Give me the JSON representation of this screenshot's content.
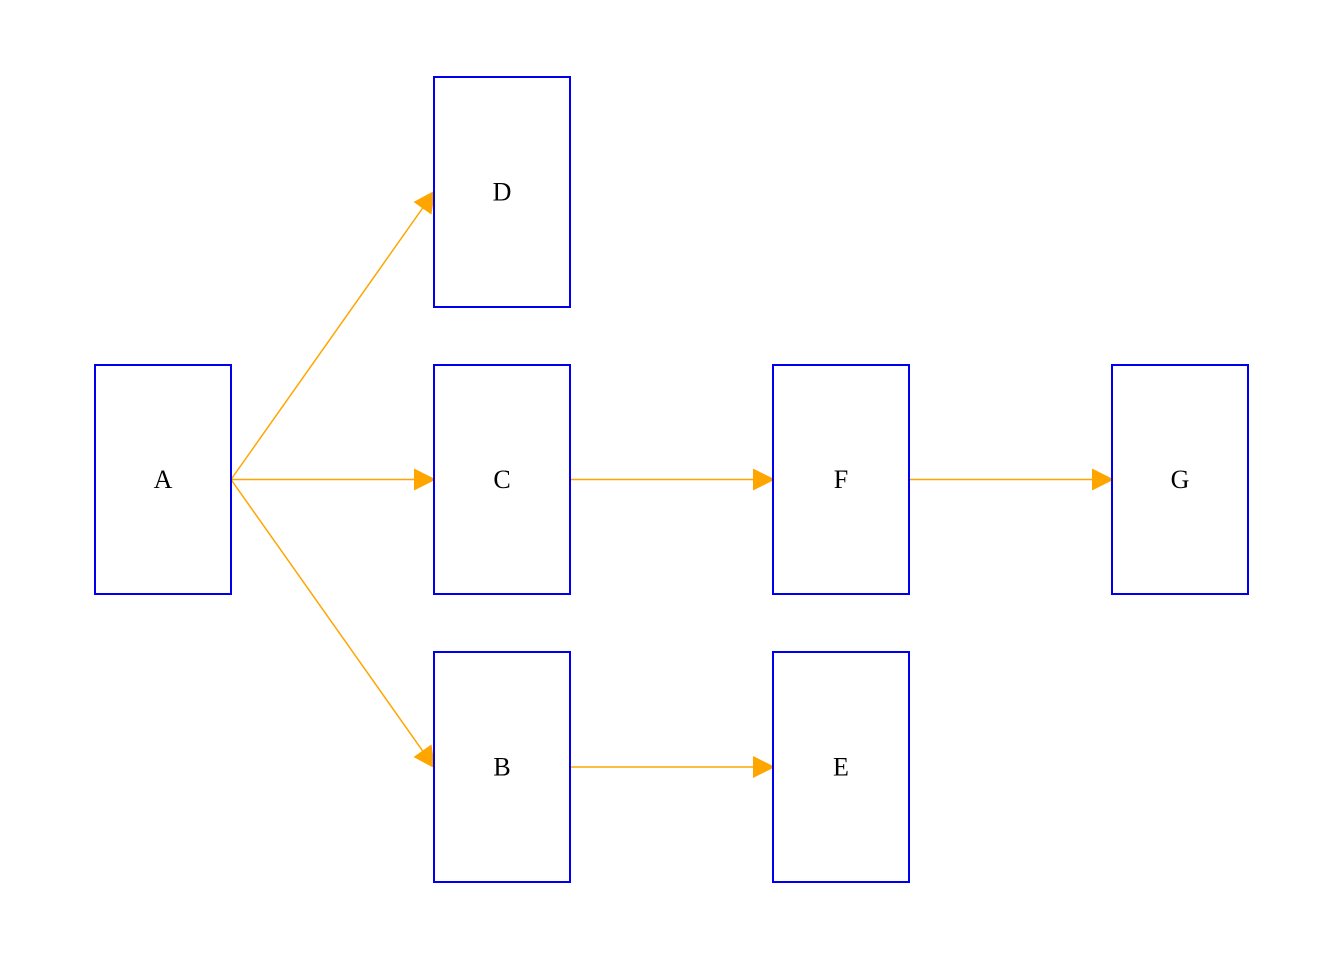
{
  "colors": {
    "node_border": "#0000ee",
    "edge": "#ffa500",
    "label": "#000000",
    "background": "#ffffff"
  },
  "nodes": [
    {
      "id": "A",
      "label": "A"
    },
    {
      "id": "B",
      "label": "B"
    },
    {
      "id": "C",
      "label": "C"
    },
    {
      "id": "D",
      "label": "D"
    },
    {
      "id": "E",
      "label": "E"
    },
    {
      "id": "F",
      "label": "F"
    },
    {
      "id": "G",
      "label": "G"
    }
  ],
  "edges": [
    {
      "from": "A",
      "to": "D"
    },
    {
      "from": "A",
      "to": "C"
    },
    {
      "from": "A",
      "to": "B"
    },
    {
      "from": "C",
      "to": "F"
    },
    {
      "from": "F",
      "to": "G"
    },
    {
      "from": "B",
      "to": "E"
    }
  ]
}
